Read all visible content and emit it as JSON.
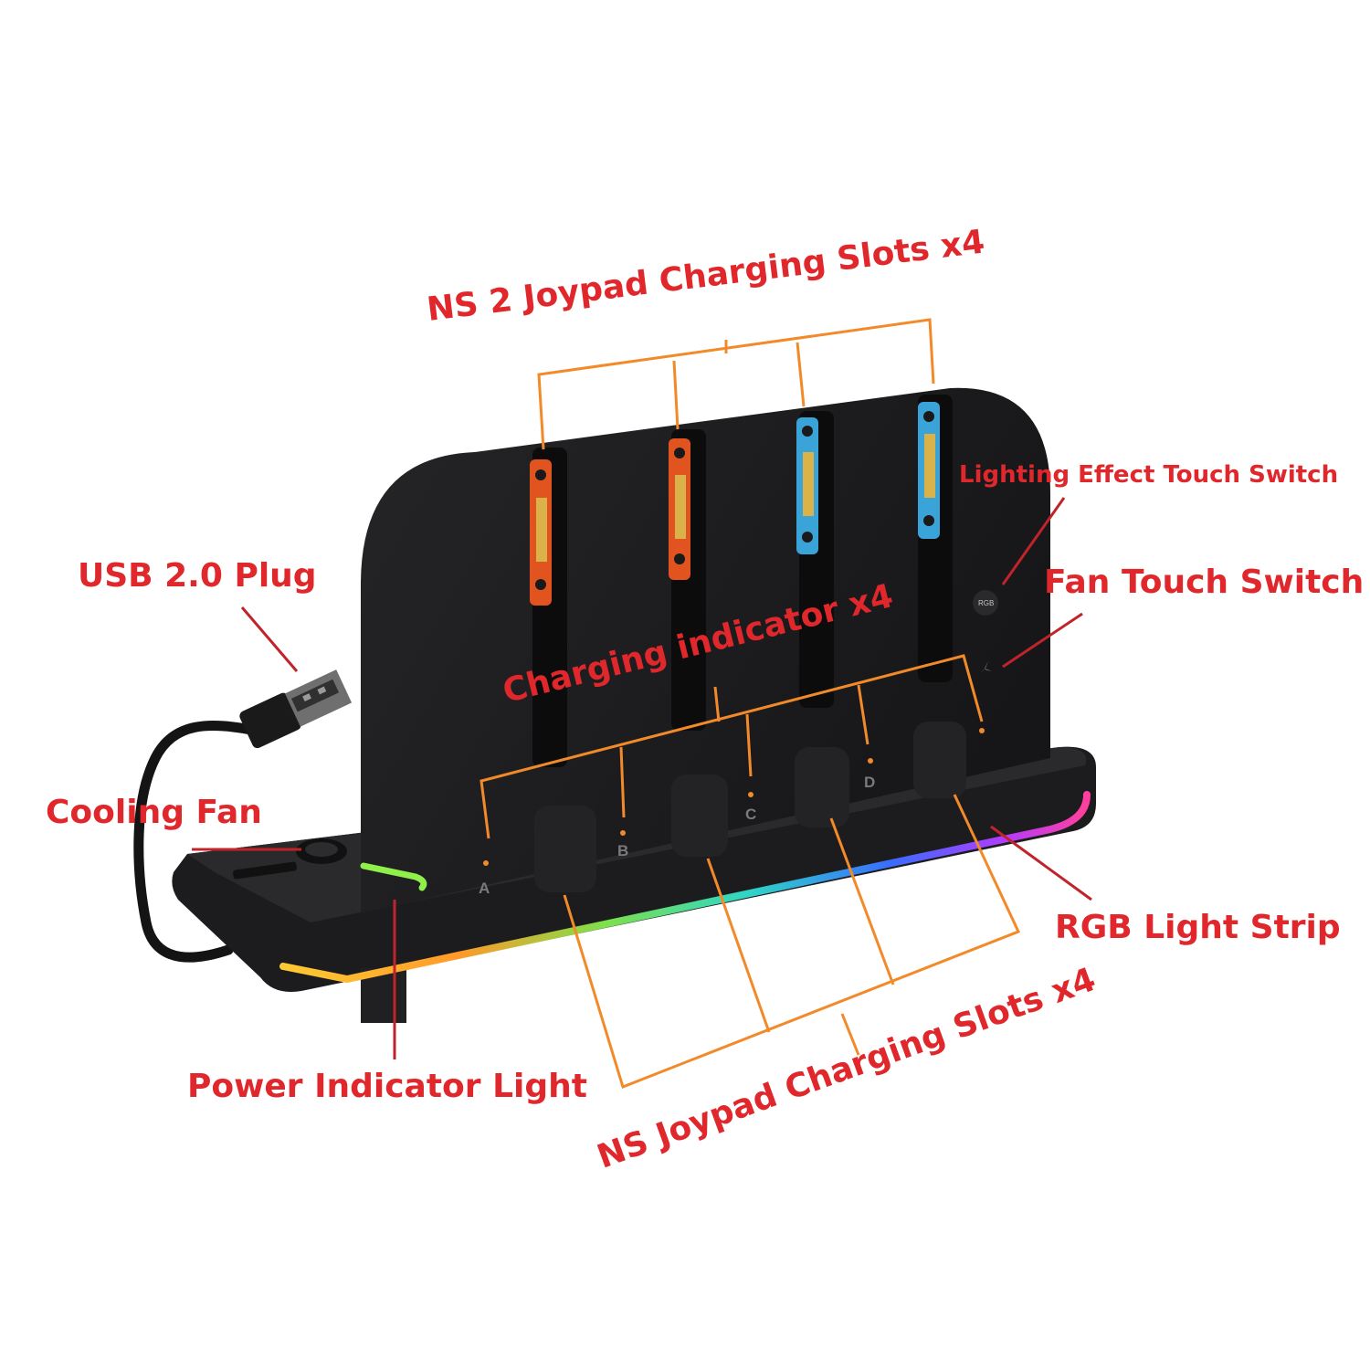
{
  "annotations": {
    "ns2_slots": "NS 2 Joypad Charging Slots x4",
    "lighting_switch": "Lighting Effect Touch Switch",
    "usb_plug": "USB 2.0 Plug",
    "fan_switch": "Fan Touch Switch",
    "charging_indicator": "Charging indicator x4",
    "cooling_fan": "Cooling Fan",
    "rgb_strip": "RGB Light Strip",
    "power_indicator": "Power Indicator Light",
    "ns_slots": "NS Joypad Charging Slots x4"
  },
  "device": {
    "slot_letters": [
      "A",
      "B",
      "C",
      "D"
    ],
    "rgb_button_label": "RGB"
  },
  "colors": {
    "label": "#e0282c",
    "callout_bracket": "#f28a2a",
    "callout_pointer": "#c0242a",
    "device_body": "#1b1b1d",
    "ns2_connector_left": "#e2541f",
    "ns2_connector_right": "#3aa3d8",
    "power_led": "#8ff04a"
  }
}
